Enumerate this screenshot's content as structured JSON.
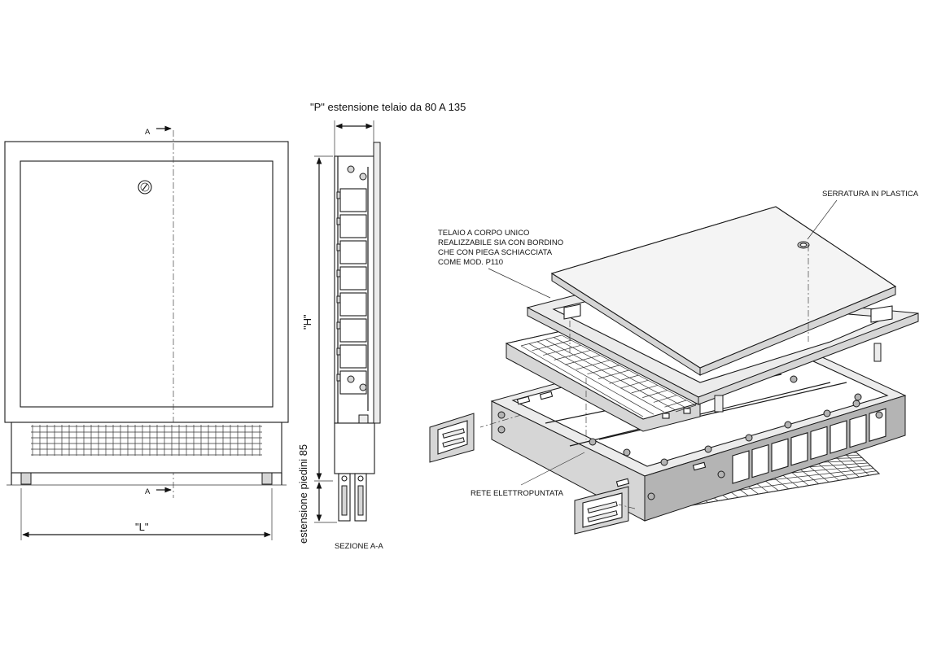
{
  "front_view": {
    "section_marker_top": "A",
    "section_marker_bottom": "A",
    "width_label": "\"L\""
  },
  "section_view": {
    "depth_label": "\"P\" estensione telaio da 80 A 135",
    "height_label": "\"H\"",
    "feet_label": "estensione piedini 85",
    "caption": "SEZIONE A-A"
  },
  "exploded_view": {
    "lock_label": "SERRATURA IN PLASTICA",
    "frame_label_lines": [
      "TELAIO A CORPO UNICO",
      "REALIZZABILE SIA CON BORDINO",
      "CHE CON PIEGA SCHIACCIATA",
      "COME MOD. P110"
    ],
    "mesh_label": "RETE ELETTROPUNTATA"
  }
}
